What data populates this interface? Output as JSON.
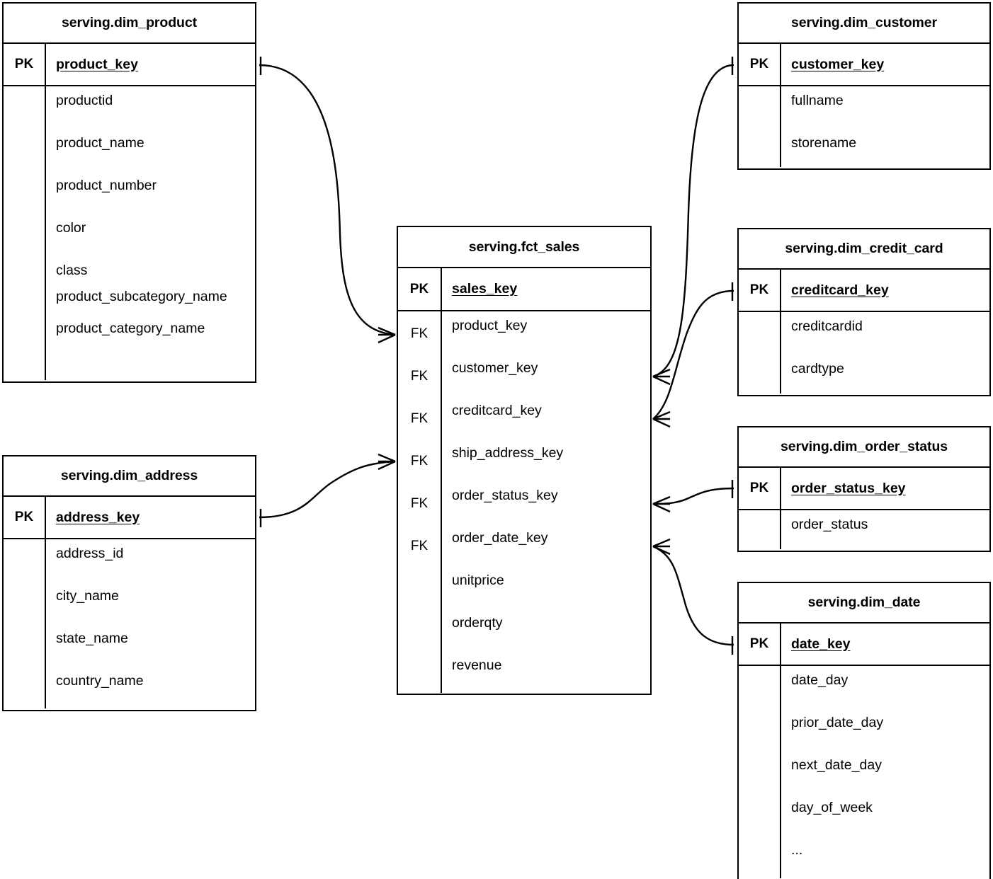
{
  "diagram": {
    "type": "entity-relationship-diagram",
    "notation": "crows-foot",
    "background_color": "#ffffff",
    "line_color": "#000000"
  },
  "entities": [
    {
      "id": "dim_product",
      "title": "serving.dim_product",
      "pk_label": "PK",
      "pk_field": "product_key",
      "fields": [
        {
          "key": "",
          "name": "productid"
        },
        {
          "key": "",
          "name": "product_name"
        },
        {
          "key": "",
          "name": "product_number"
        },
        {
          "key": "",
          "name": "color"
        },
        {
          "key": "",
          "name": "class"
        },
        {
          "key": "",
          "name": "product_subcategory_name"
        },
        {
          "key": "",
          "name": "product_category_name"
        }
      ]
    },
    {
      "id": "dim_address",
      "title": "serving.dim_address",
      "pk_label": "PK",
      "pk_field": "address_key",
      "fields": [
        {
          "key": "",
          "name": "address_id"
        },
        {
          "key": "",
          "name": "city_name"
        },
        {
          "key": "",
          "name": "state_name"
        },
        {
          "key": "",
          "name": "country_name"
        }
      ]
    },
    {
      "id": "fct_sales",
      "title": "serving.fct_sales",
      "pk_label": "PK",
      "pk_field": "sales_key",
      "fields": [
        {
          "key": "FK",
          "name": "product_key"
        },
        {
          "key": "FK",
          "name": "customer_key"
        },
        {
          "key": "FK",
          "name": "creditcard_key"
        },
        {
          "key": "FK",
          "name": "ship_address_key"
        },
        {
          "key": "FK",
          "name": "order_status_key"
        },
        {
          "key": "FK",
          "name": "order_date_key"
        },
        {
          "key": "",
          "name": "unitprice"
        },
        {
          "key": "",
          "name": "orderqty"
        },
        {
          "key": "",
          "name": "revenue"
        }
      ]
    },
    {
      "id": "dim_customer",
      "title": "serving.dim_customer",
      "pk_label": "PK",
      "pk_field": "customer_key",
      "fields": [
        {
          "key": "",
          "name": "fullname"
        },
        {
          "key": "",
          "name": "storename"
        }
      ]
    },
    {
      "id": "dim_credit_card",
      "title": "serving.dim_credit_card",
      "pk_label": "PK",
      "pk_field": "creditcard_key",
      "fields": [
        {
          "key": "",
          "name": "creditcardid"
        },
        {
          "key": "",
          "name": "cardtype"
        }
      ]
    },
    {
      "id": "dim_order_status",
      "title": "serving.dim_order_status",
      "pk_label": "PK",
      "pk_field": "order_status_key",
      "fields": [
        {
          "key": "",
          "name": "order_status"
        }
      ]
    },
    {
      "id": "dim_date",
      "title": "serving.dim_date",
      "pk_label": "PK",
      "pk_field": "date_key",
      "fields": [
        {
          "key": "",
          "name": "date_day"
        },
        {
          "key": "",
          "name": "prior_date_day"
        },
        {
          "key": "",
          "name": "next_date_day"
        },
        {
          "key": "",
          "name": "day_of_week"
        },
        {
          "key": "",
          "name": "..."
        }
      ]
    }
  ],
  "relationships": [
    {
      "from": "dim_product.product_key",
      "to": "fct_sales.product_key",
      "cardinality": "one-to-many"
    },
    {
      "from": "dim_customer.customer_key",
      "to": "fct_sales.customer_key",
      "cardinality": "one-to-many"
    },
    {
      "from": "dim_credit_card.creditcard_key",
      "to": "fct_sales.creditcard_key",
      "cardinality": "one-to-many"
    },
    {
      "from": "dim_address.address_key",
      "to": "fct_sales.ship_address_key",
      "cardinality": "one-to-many"
    },
    {
      "from": "dim_order_status.order_status_key",
      "to": "fct_sales.order_status_key",
      "cardinality": "one-to-many"
    },
    {
      "from": "dim_date.date_key",
      "to": "fct_sales.order_date_key",
      "cardinality": "one-to-many"
    }
  ]
}
